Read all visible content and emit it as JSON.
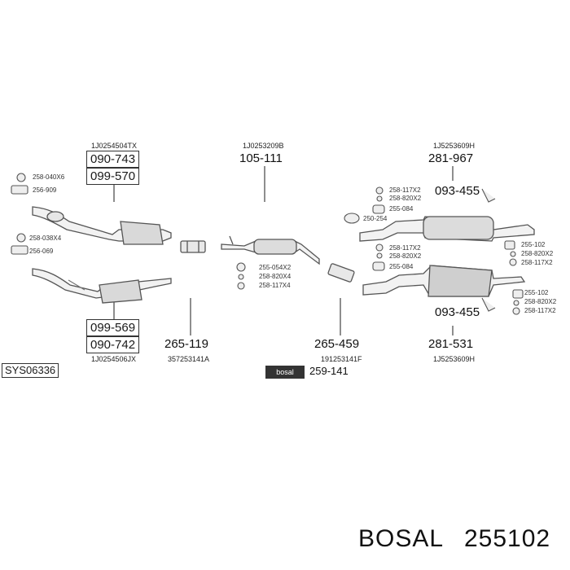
{
  "groups": {
    "front_pipe": {
      "ref_top": "1J0254504TX",
      "boxed_top": [
        "090-743",
        "099-570"
      ],
      "ref_bottom": "1J0254506JX",
      "boxed_bottom": [
        "099-569",
        "090-742"
      ],
      "parts": [
        "258-040X6",
        "256-909",
        "258-038X4",
        "256-069"
      ]
    },
    "connector": {
      "part": "265-119",
      "ref": "357253141A"
    },
    "middle": {
      "ref_top": "1J0253209B",
      "part_top": "105-111",
      "parts": [
        "255-054X2",
        "258-820X4",
        "258-117X4"
      ],
      "part_bottom": "265-459",
      "ref_bottom": "191253141F"
    },
    "rear": {
      "ref_top": "1J5253609H",
      "part_top": "281-967",
      "sub_top": "093-455",
      "parts_top_left": [
        "258-117X2",
        "258-820X2",
        "255-084",
        "250-254",
        "258-117X2",
        "258-820X2",
        "255-084"
      ],
      "parts_right_upper": [
        "255-102",
        "258-820X2",
        "258-117X2"
      ],
      "parts_right_lower": [
        "255-102",
        "258-820X2",
        "258-117X2"
      ],
      "sub_bottom": "093-455",
      "part_bottom": "281-531",
      "ref_bottom": "1J5253609H"
    }
  },
  "footer": {
    "system_code": "SYS06336",
    "logo_text": "bosal",
    "logo_part": "259-141",
    "brand": "BOSAL",
    "part_number": "255102"
  }
}
